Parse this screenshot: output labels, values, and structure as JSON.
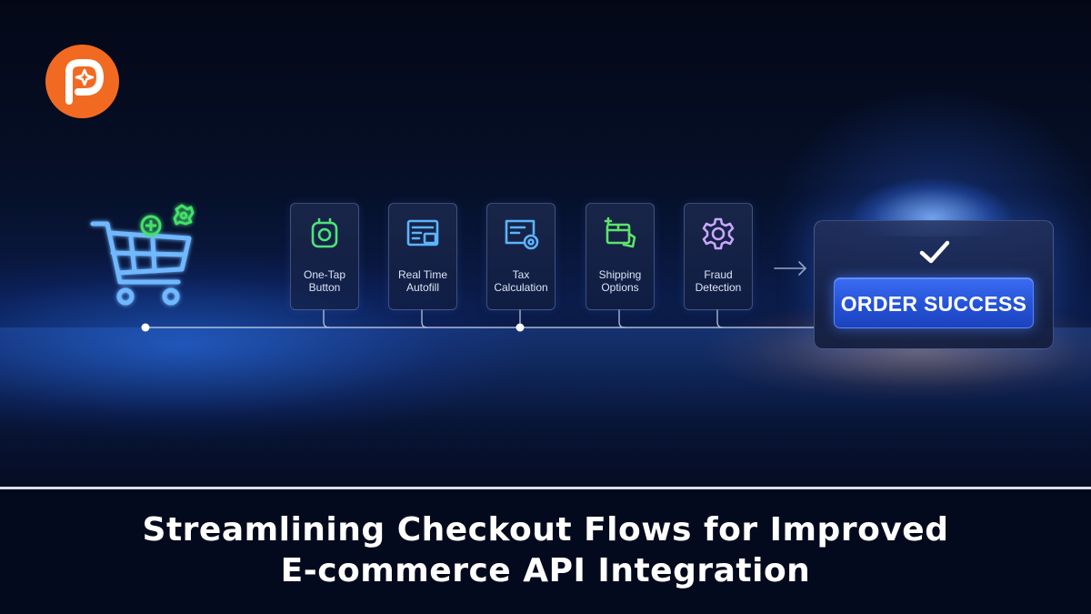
{
  "brand": {
    "logo_icon": "brand-logo-icon",
    "logo_color": "#f26a22"
  },
  "cart": {
    "icon": "shopping-cart-icon",
    "accent_icons": [
      "plus-coin-icon",
      "gear-badge-icon"
    ]
  },
  "steps": [
    {
      "label_line1": "One-Tap",
      "label_line2": "Button",
      "icon": "tap-button-icon",
      "color": "#4fe37a"
    },
    {
      "label_line1": "Real Time",
      "label_line2": "Autofill",
      "icon": "form-autofill-icon",
      "color": "#5ab4ff"
    },
    {
      "label_line1": "Tax",
      "label_line2": "Calculation",
      "icon": "tax-document-icon",
      "color": "#5ab4ff"
    },
    {
      "label_line1": "Shipping",
      "label_line2": "Options",
      "icon": "shipping-box-icon",
      "color": "#5ee36a"
    },
    {
      "label_line1": "Fraud",
      "label_line2": "Detection",
      "icon": "fraud-shield-gear-icon",
      "color": "#c8a6ff"
    }
  ],
  "flow_arrow_icon": "arrow-right-icon",
  "success": {
    "check_icon": "checkmark-icon",
    "button_label": "ORDER SUCCESS",
    "button_color": "#2a5be0"
  },
  "title": {
    "line1": "Streamlining Checkout Flows for Improved",
    "line2": "E-commerce API Integration"
  }
}
